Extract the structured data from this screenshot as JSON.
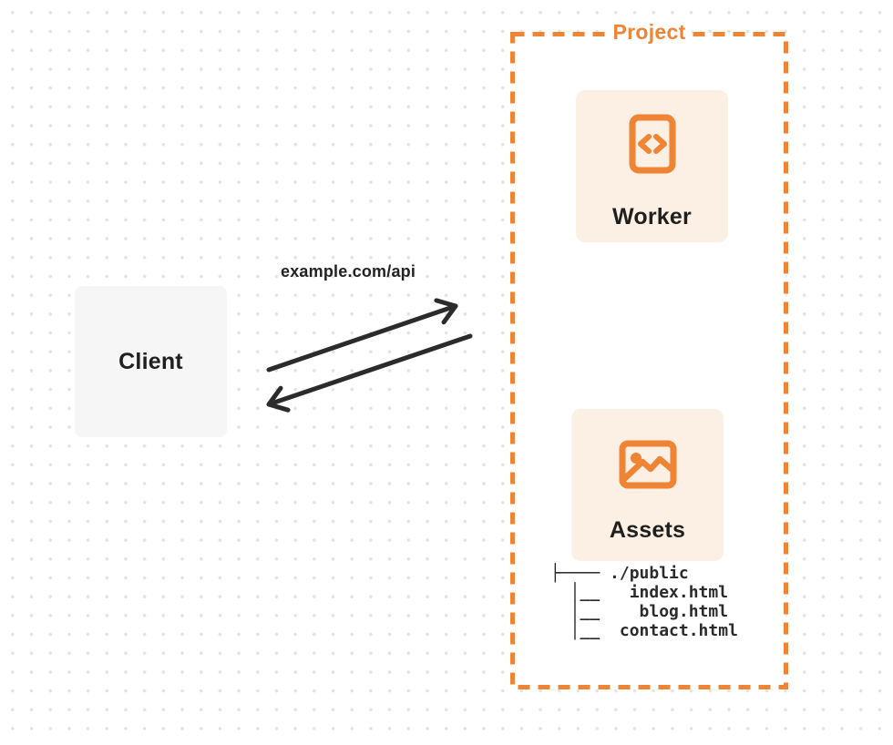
{
  "client": {
    "label": "Client"
  },
  "request": {
    "label": "example.com/api"
  },
  "project": {
    "title": "Project",
    "worker": {
      "label": "Worker",
      "icon": "code-file-icon"
    },
    "assets": {
      "label": "Assets",
      "icon": "image-icon"
    },
    "file_tree": {
      "root": "./public",
      "files": [
        "index.html",
        "blog.html",
        "contact.html"
      ],
      "ascii": "├──── ./public\n  │__   index.html\n  │__    blog.html\n  │__  contact.html"
    }
  },
  "colors": {
    "accent_orange": "#EE8434",
    "card_background": "#FCF0E4",
    "client_background": "#F6F6F7",
    "arrow_black": "#2B2B2B",
    "label_text": "#1F1F1F",
    "dot_grid": "#E3E3E3"
  }
}
